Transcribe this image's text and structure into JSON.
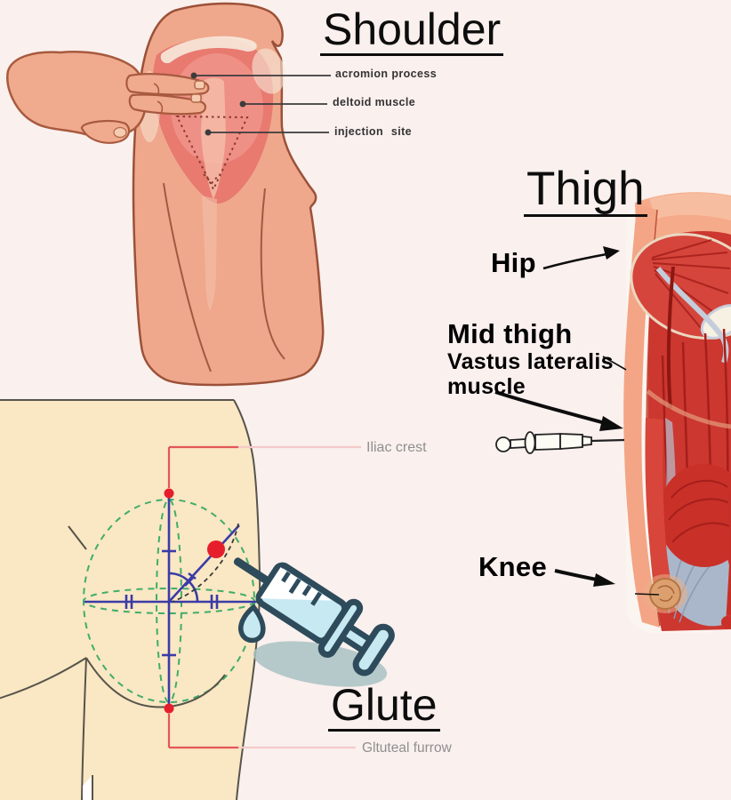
{
  "page": {
    "background_color": "#faf0ee",
    "description_titles": [
      "Shoulder",
      "Thigh",
      "Glute"
    ]
  },
  "shoulder_section": {
    "title": "Shoulder",
    "labels": [
      {
        "text": "acromion process"
      },
      {
        "text": "deltoid muscle"
      },
      {
        "text": "injection site"
      }
    ]
  },
  "thigh_section": {
    "title": "Thigh",
    "hip_label": "Hip",
    "mid_thigh_label": "Mid thigh",
    "vastus_label": "Vastus lateralis",
    "muscle_label": "muscle",
    "knee_label": "Knee"
  },
  "glute_section": {
    "title": "Glute",
    "iliac_crest_label": "Iliac crest",
    "gluteal_furrow_label": "Gltuteal furrow"
  },
  "icons": {
    "glute_injection": "syringe-icon",
    "thigh_injection": "syringe-line-icon"
  },
  "colors": {
    "injection_marker_red": "#e61e2b",
    "guide_line_blue": "#3b3ba6",
    "guide_dash_green": "#3fae6a",
    "reference_line_red": "#e25757",
    "reference_line_pale": "#f4c9c9",
    "glute_panel_cream": "#fae7c3",
    "deltoid_red": "#e87a70",
    "skin_tone": "#efa88c",
    "muscle_red": "#cc3730",
    "fascia_gray": "#aab7ca",
    "syringe_outline_teal": "#2e4b5c",
    "syringe_fill_blue": "#c7e9f1"
  }
}
